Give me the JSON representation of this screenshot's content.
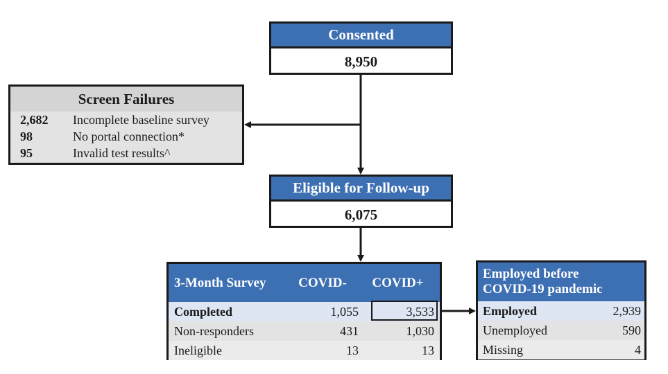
{
  "consented": {
    "title": "Consented",
    "value": "8,950"
  },
  "screen_failures": {
    "title": "Screen Failures",
    "rows": [
      {
        "count": "2,682",
        "reason": "Incomplete baseline survey"
      },
      {
        "count": "98",
        "reason": "No portal connection*"
      },
      {
        "count": "95",
        "reason": "Invalid test results^"
      }
    ]
  },
  "eligible": {
    "title": "Eligible for Follow-up",
    "value": "6,075"
  },
  "survey": {
    "title": "3-Month Survey",
    "col_neg": "COVID-",
    "col_pos": "COVID+",
    "rows": [
      {
        "label": "Completed",
        "neg": "1,055",
        "pos": "3,533"
      },
      {
        "label": "Non-responders",
        "neg": "431",
        "pos": "1,030"
      },
      {
        "label": "Ineligible",
        "neg": "13",
        "pos": "13"
      }
    ]
  },
  "employed": {
    "title_line1": "Employed before",
    "title_line2": "COVID-19 pandemic",
    "rows": [
      {
        "label": "Employed",
        "value": "2,939"
      },
      {
        "label": "Unemployed",
        "value": "590"
      },
      {
        "label": "Missing",
        "value": "4"
      }
    ]
  }
}
